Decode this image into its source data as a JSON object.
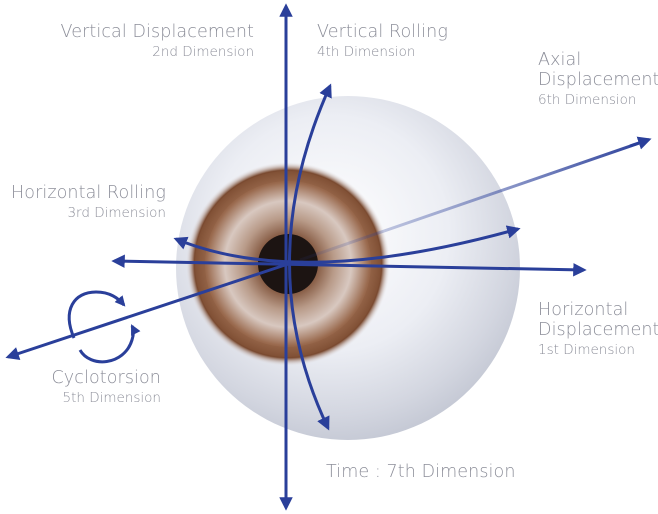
{
  "labels": {
    "vertical_displacement": {
      "title": "Vertical Displacement",
      "sub": "2nd Dimension"
    },
    "vertical_rolling": {
      "title": "Vertical Rolling",
      "sub": "4th Dimension"
    },
    "axial_displacement": {
      "title_line1": "Axial",
      "title_line2": "Displacement",
      "sub": "6th Dimension"
    },
    "horizontal_rolling": {
      "title": "Horizontal Rolling",
      "sub": "3rd Dimension"
    },
    "horizontal_displacement": {
      "title_line1": "Horizontal",
      "title_line2": "Displacement",
      "sub": "1st Dimension"
    },
    "cyclotorsion": {
      "title": "Cyclotorsion",
      "sub": "5th Dimension"
    },
    "time": {
      "title": "Time : 7th Dimension"
    }
  },
  "colors": {
    "axis": "#2a3f9a",
    "label": "#8c8e99",
    "iris": "#8a5a3c",
    "sclera": "#e9ebf1"
  }
}
